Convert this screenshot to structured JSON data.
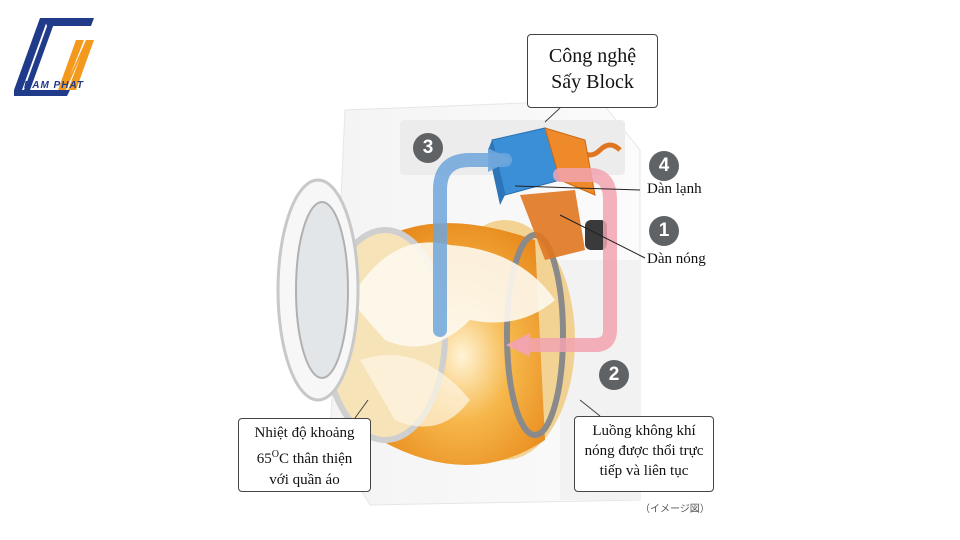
{
  "logo": {
    "text": "NAM PHAT",
    "colors": {
      "blue": "#1f3b8a",
      "orange": "#f39a1e"
    }
  },
  "callout_top": {
    "line1": "Công nghệ",
    "line2": "Sấy Block"
  },
  "labels": {
    "cold_coil": "Dàn lạnh",
    "hot_coil": "Dàn nóng"
  },
  "steps": [
    "1",
    "2",
    "3",
    "4"
  ],
  "callout_left": {
    "line1": "Nhiệt độ khoảng",
    "line2_temp": "65",
    "line2_unit_sup": "O",
    "line2_rest": "C thân thiện",
    "line3": "với quần áo"
  },
  "callout_right": {
    "line1": "Luồng không khí",
    "line2": "nóng được thổi trực",
    "line3": "tiếp và liên tục"
  },
  "footnote": "（イメージ図）",
  "colors": {
    "cold_flow": "#6fa6dc",
    "hot_flow": "#f2a3b0",
    "drum": "#f3a12c",
    "coil_blue": "#3b8fd6",
    "coil_orange": "#e07520",
    "badge": "#5f6366"
  }
}
